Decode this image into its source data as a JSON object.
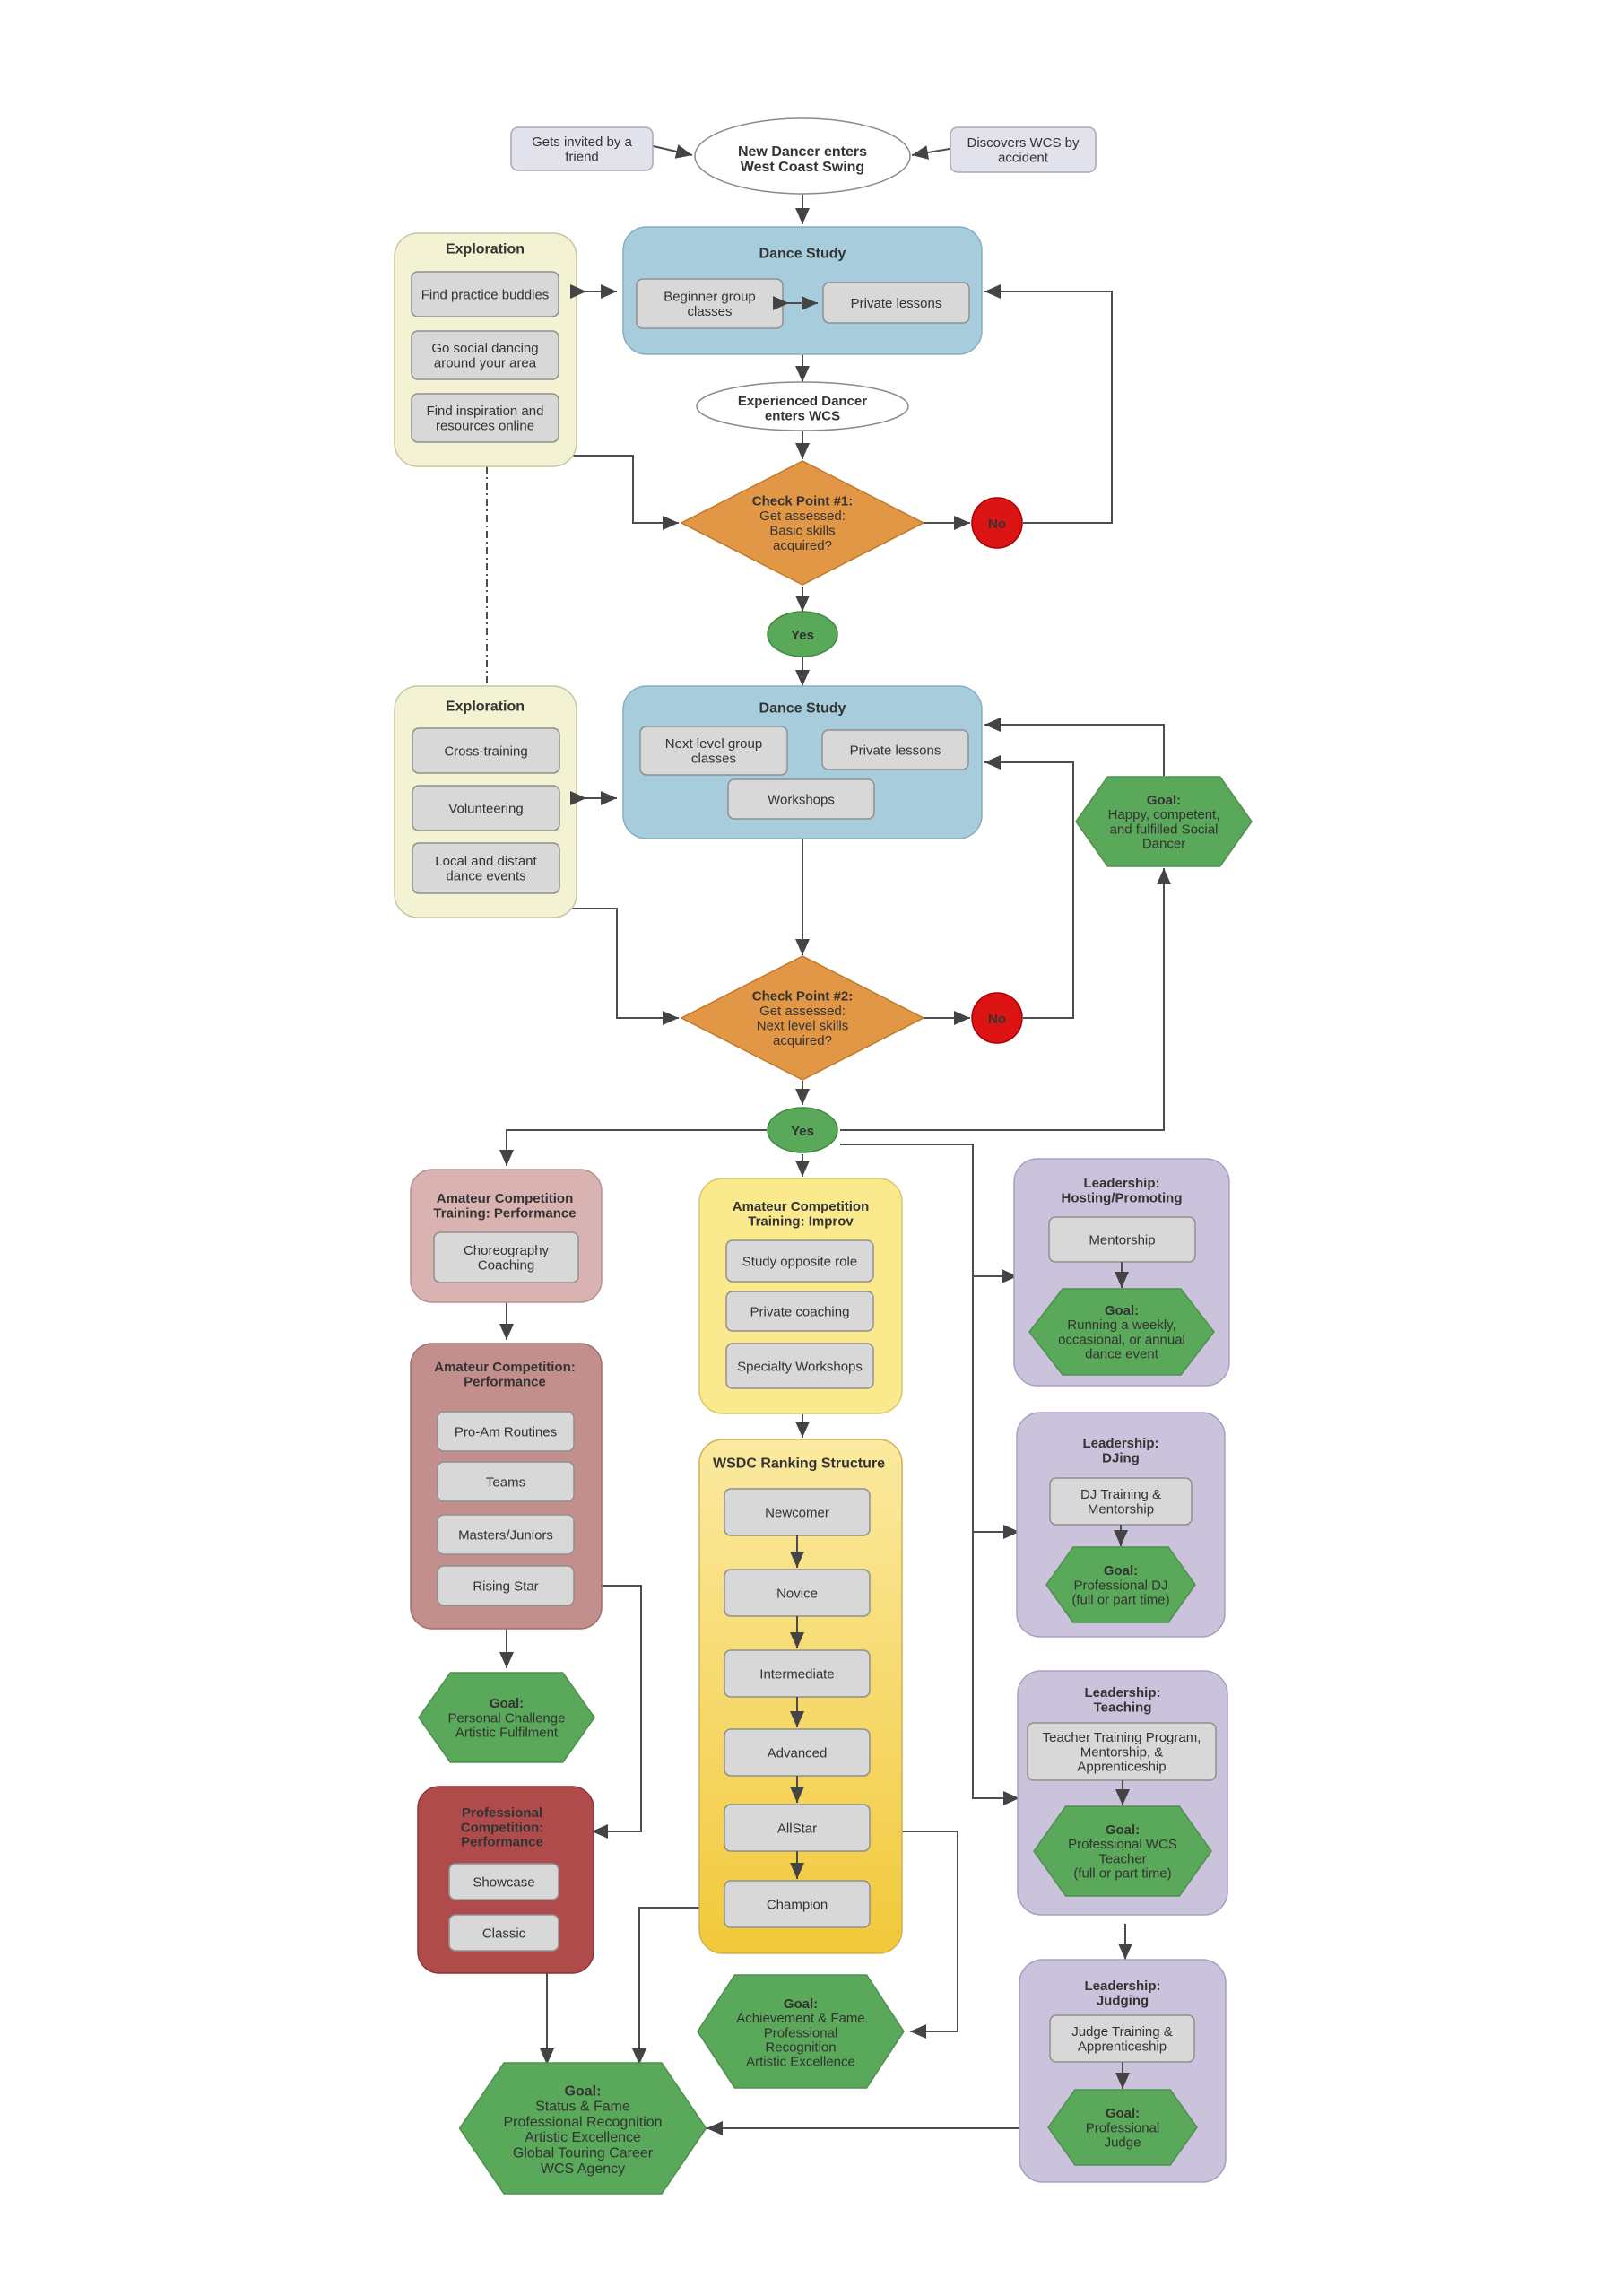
{
  "start": {
    "invited": [
      "Gets invited by a",
      "friend"
    ],
    "new_dancer": [
      "New Dancer enters",
      "West Coast Swing"
    ],
    "discovers": [
      "Discovers WCS by",
      "accident"
    ]
  },
  "exploration1": {
    "title": "Exploration",
    "items": [
      [
        "Find practice buddies"
      ],
      [
        "Go social dancing",
        "around your area"
      ],
      [
        "Find inspiration and",
        "resources online"
      ]
    ]
  },
  "dance_study1": {
    "title": "Dance Study",
    "items": [
      [
        "Beginner group",
        "classes"
      ],
      [
        "Private lessons"
      ]
    ]
  },
  "experienced": [
    "Experienced Dancer",
    "enters WCS"
  ],
  "checkpoint1": {
    "title": "Check Point #1:",
    "lines": [
      "Get assessed:",
      "Basic skills",
      "acquired?"
    ]
  },
  "no_label": "No",
  "yes_label": "Yes",
  "exploration2": {
    "title": "Exploration",
    "items": [
      [
        "Cross-training"
      ],
      [
        "Volunteering"
      ],
      [
        "Local and distant",
        "dance events"
      ]
    ]
  },
  "dance_study2": {
    "title": "Dance Study",
    "items": [
      [
        "Next level group",
        "classes"
      ],
      [
        "Private lessons"
      ],
      [
        "Workshops"
      ]
    ]
  },
  "goal_social": {
    "title": "Goal:",
    "lines": [
      "Happy, competent,",
      "and fulfilled Social",
      "Dancer"
    ]
  },
  "checkpoint2": {
    "title": "Check Point #2:",
    "lines": [
      "Get assessed:",
      "Next level skills",
      "acquired?"
    ]
  },
  "amateur_perf_training": {
    "title": [
      "Amateur Competition",
      "Training: Performance"
    ],
    "items": [
      [
        "Choreography",
        "Coaching"
      ]
    ]
  },
  "amateur_perf": {
    "title": [
      "Amateur Competition:",
      "Performance"
    ],
    "items": [
      [
        "Pro-Am Routines"
      ],
      [
        "Teams"
      ],
      [
        "Masters/Juniors"
      ],
      [
        "Rising Star"
      ]
    ]
  },
  "goal_personal": {
    "title": "Goal:",
    "lines": [
      "Personal Challenge",
      "Artistic Fulfilment"
    ]
  },
  "professional": {
    "title": [
      "Professional",
      "Competition:",
      "Performance"
    ],
    "items": [
      [
        "Showcase"
      ],
      [
        "Classic"
      ]
    ]
  },
  "goal_status": {
    "title": "Goal:",
    "lines": [
      "Status & Fame",
      "Professional Recognition",
      "Artistic Excellence",
      "Global Touring Career",
      "WCS Agency"
    ]
  },
  "improv_training": {
    "title": [
      "Amateur Competition",
      "Training: Improv"
    ],
    "items": [
      [
        "Study opposite role"
      ],
      [
        "Private coaching"
      ],
      [
        "Specialty Workshops"
      ]
    ]
  },
  "wsdc": {
    "title": "WSDC Ranking Structure",
    "levels": [
      "Newcomer",
      "Novice",
      "Intermediate",
      "Advanced",
      "AllStar",
      "Champion"
    ]
  },
  "goal_achievement": {
    "title": "Goal:",
    "lines": [
      "Achievement & Fame",
      "Professional",
      "Recognition",
      "Artistic Excellence"
    ]
  },
  "lead_hosting": {
    "title": [
      "Leadership:",
      "Hosting/Promoting"
    ],
    "item": [
      "Mentorship"
    ],
    "goal_title": "Goal:",
    "goal_lines": [
      "Running a weekly,",
      "occasional, or annual",
      "dance event"
    ]
  },
  "lead_dj": {
    "title": [
      "Leadership:",
      "DJing"
    ],
    "item": [
      "DJ Training &",
      "Mentorship"
    ],
    "goal_title": "Goal:",
    "goal_lines": [
      "Professional DJ",
      "(full or part time)"
    ]
  },
  "lead_teaching": {
    "title": [
      "Leadership:",
      "Teaching"
    ],
    "item": [
      "Teacher Training Program,",
      "Mentorship, &",
      "Apprenticeship"
    ],
    "goal_title": "Goal:",
    "goal_lines": [
      "Professional  WCS",
      "Teacher",
      "(full or part time)"
    ]
  },
  "lead_judging": {
    "title": [
      "Leadership:",
      "Judging"
    ],
    "item": [
      "Judge Training &",
      "Apprenticeship"
    ],
    "goal_title": "Goal:",
    "goal_lines": [
      "Professional",
      "Judge"
    ]
  },
  "colors": {
    "exploration_fill": "#f3f2d3",
    "study_fill": "#a7cddd",
    "checkpoint_fill": "#e29746",
    "no_fill": "#dd1414",
    "yes_fill": "#5aa85a",
    "goal_fill": "#5aa85a",
    "amateur_fill": "#d9b2b2",
    "amateur_perf_fill": "#c38f8d",
    "professional_fill": "#b04b4b",
    "improv_fill": "#fbe98e",
    "wsdc_fill": "#f5d24c",
    "leadership_fill": "#cbc3dc",
    "item_fill": "#d8d8d8",
    "start_fill": "#e2e2ec"
  }
}
